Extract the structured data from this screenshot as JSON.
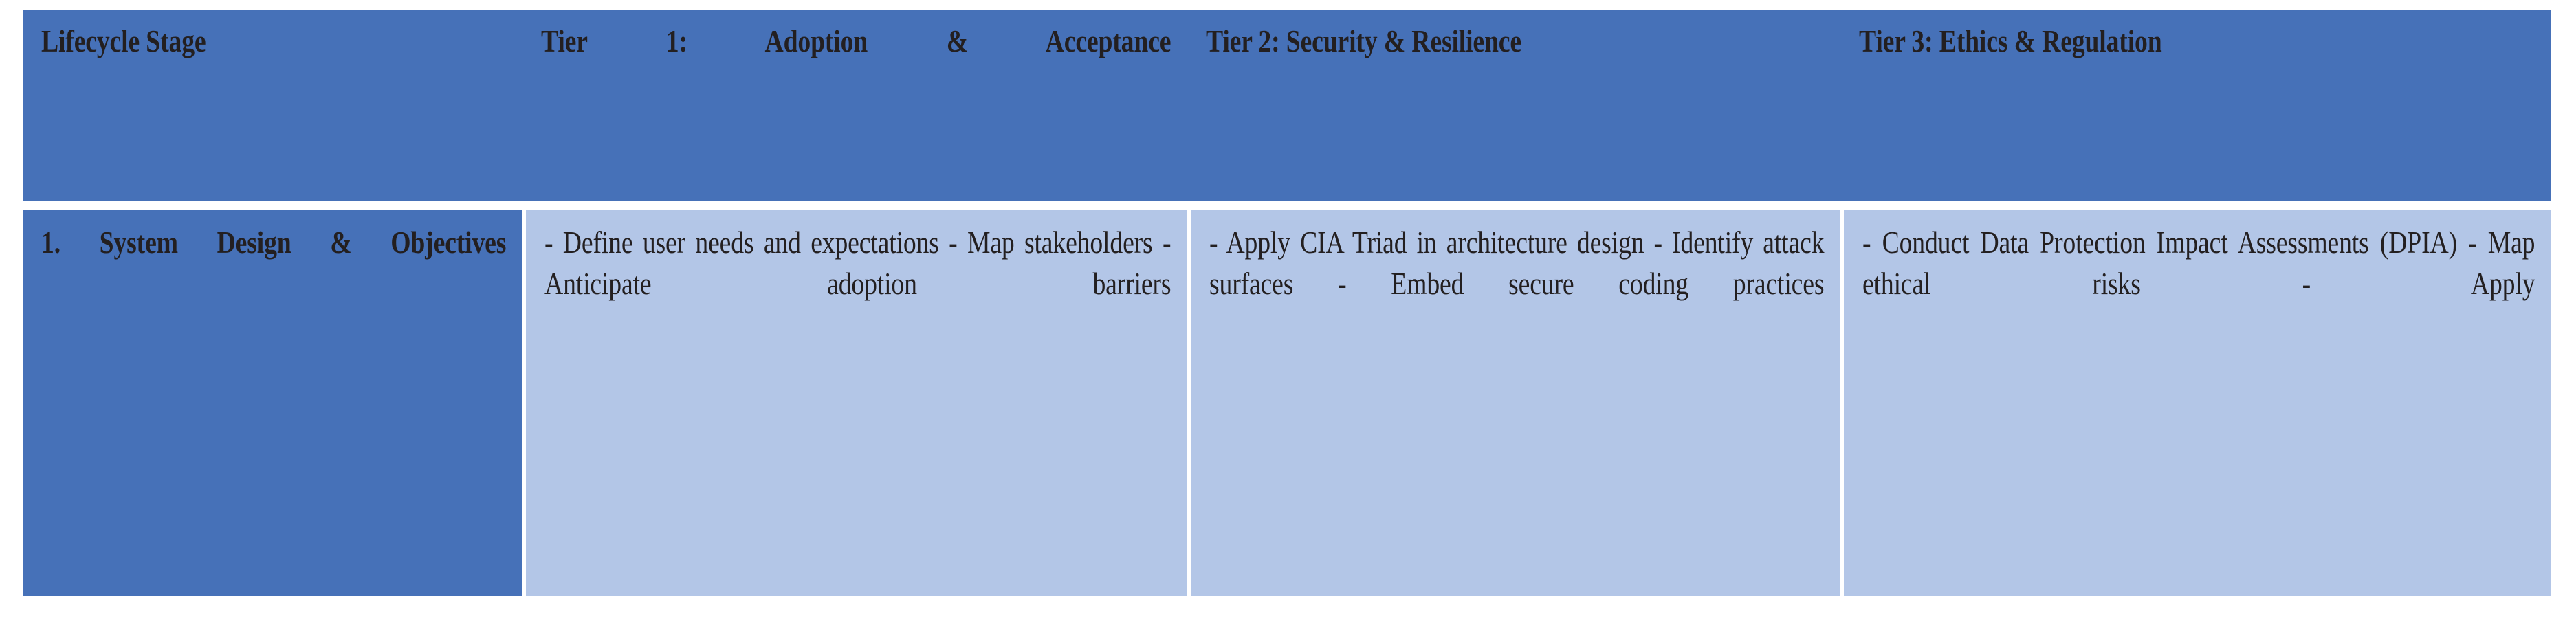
{
  "document": {
    "type": "table",
    "colors": {
      "header_background": "#4671B8",
      "header_text": "#231f20",
      "stage_cell_background": "#4671B8",
      "body_cell_background": "#B3C6E7",
      "body_text": "#231f20",
      "gutter": "#ffffff"
    }
  },
  "table": {
    "columns": [
      {
        "key": "lifecycle_stage",
        "header": "Lifecycle Stage"
      },
      {
        "key": "tier_1",
        "header": "Tier 1: Adoption & Acceptance"
      },
      {
        "key": "tier_2",
        "header": "Tier 2: Security & Resilience"
      },
      {
        "key": "tier_3",
        "header": "Tier 3: Ethics & Regulation"
      }
    ],
    "rows": [
      {
        "lifecycle_stage": "1. System Design & Objectives",
        "tier_1": "- Define user needs and expectations - Map stakeholders - Anticipate adoption barriers",
        "tier_2": "- Apply CIA Triad in architecture design - Identify attack surfaces - Embed secure coding practices",
        "tier_3": "- Conduct Data Protection Impact Assessments (DPIA) - Map ethical risks - Apply"
      }
    ]
  }
}
